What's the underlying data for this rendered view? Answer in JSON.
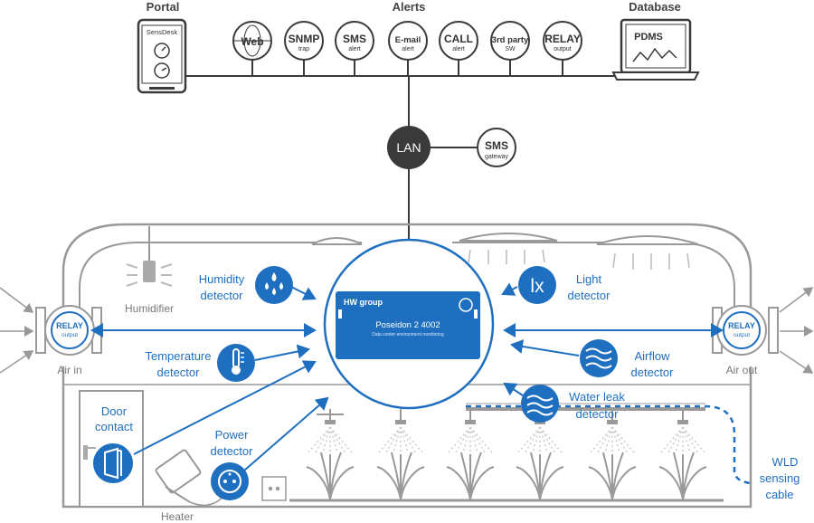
{
  "top": {
    "portal_label": "Portal",
    "alerts_label": "Alerts",
    "database_label": "Database",
    "sensdesk_brand": "SensDesk",
    "pdms_label": "PDMS",
    "alert_icons": [
      {
        "main": "Web",
        "sub": ""
      },
      {
        "main": "SNMP",
        "sub": "trap"
      },
      {
        "main": "SMS",
        "sub": "alert"
      },
      {
        "main": "E-mail",
        "sub": "alert"
      },
      {
        "main": "CALL",
        "sub": "alert"
      },
      {
        "main": "3rd party",
        "sub": "SW"
      },
      {
        "main": "RELAY",
        "sub": "output"
      }
    ]
  },
  "network": {
    "lan_label": "LAN",
    "sms_gateway_main": "SMS",
    "sms_gateway_sub": "gateway"
  },
  "device": {
    "brand": "HW group",
    "model": "Poseidon 2 4002",
    "subtitle": "Data center environment monitoring"
  },
  "sensors": {
    "humidifier": "Humidifier",
    "humidity_1": "Humidity",
    "humidity_2": "detector",
    "temperature_1": "Temperature",
    "temperature_2": "detector",
    "door_1": "Door",
    "door_2": "contact",
    "power_1": "Power",
    "power_2": "detector",
    "heater": "Heater",
    "light_1": "Light",
    "light_2": "detector",
    "light_symbol": "lx",
    "airflow_1": "Airflow",
    "airflow_2": "detector",
    "waterleak_1": "Water leak",
    "waterleak_2": "detector",
    "wld_1": "WLD",
    "wld_2": "sensing",
    "wld_3": "cable",
    "air_in": "Air in",
    "air_out": "Air out",
    "relay_main": "RELAY",
    "relay_sub": "output"
  },
  "colors": {
    "blue": "#1f6fc0",
    "dark": "#3a3a3a",
    "gray": "#8a8a8a"
  }
}
